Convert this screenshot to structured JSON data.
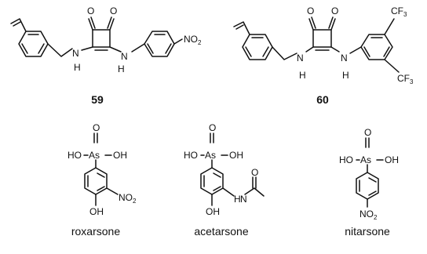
{
  "compounds": [
    {
      "number": "59"
    },
    {
      "number": "60"
    }
  ],
  "captions": [
    "roxarsone",
    "acetarsone",
    "nitarsone"
  ],
  "atoms": {
    "oxygen": "O",
    "nitrogen": "N",
    "hydrogen": "H",
    "arsenic": "As",
    "hydroxyl": "OH",
    "hydroxyl_left": "HO",
    "nitro_base": "NO",
    "nitro_sub": "2",
    "cf3_base": "CF",
    "cf3_sub": "3"
  }
}
